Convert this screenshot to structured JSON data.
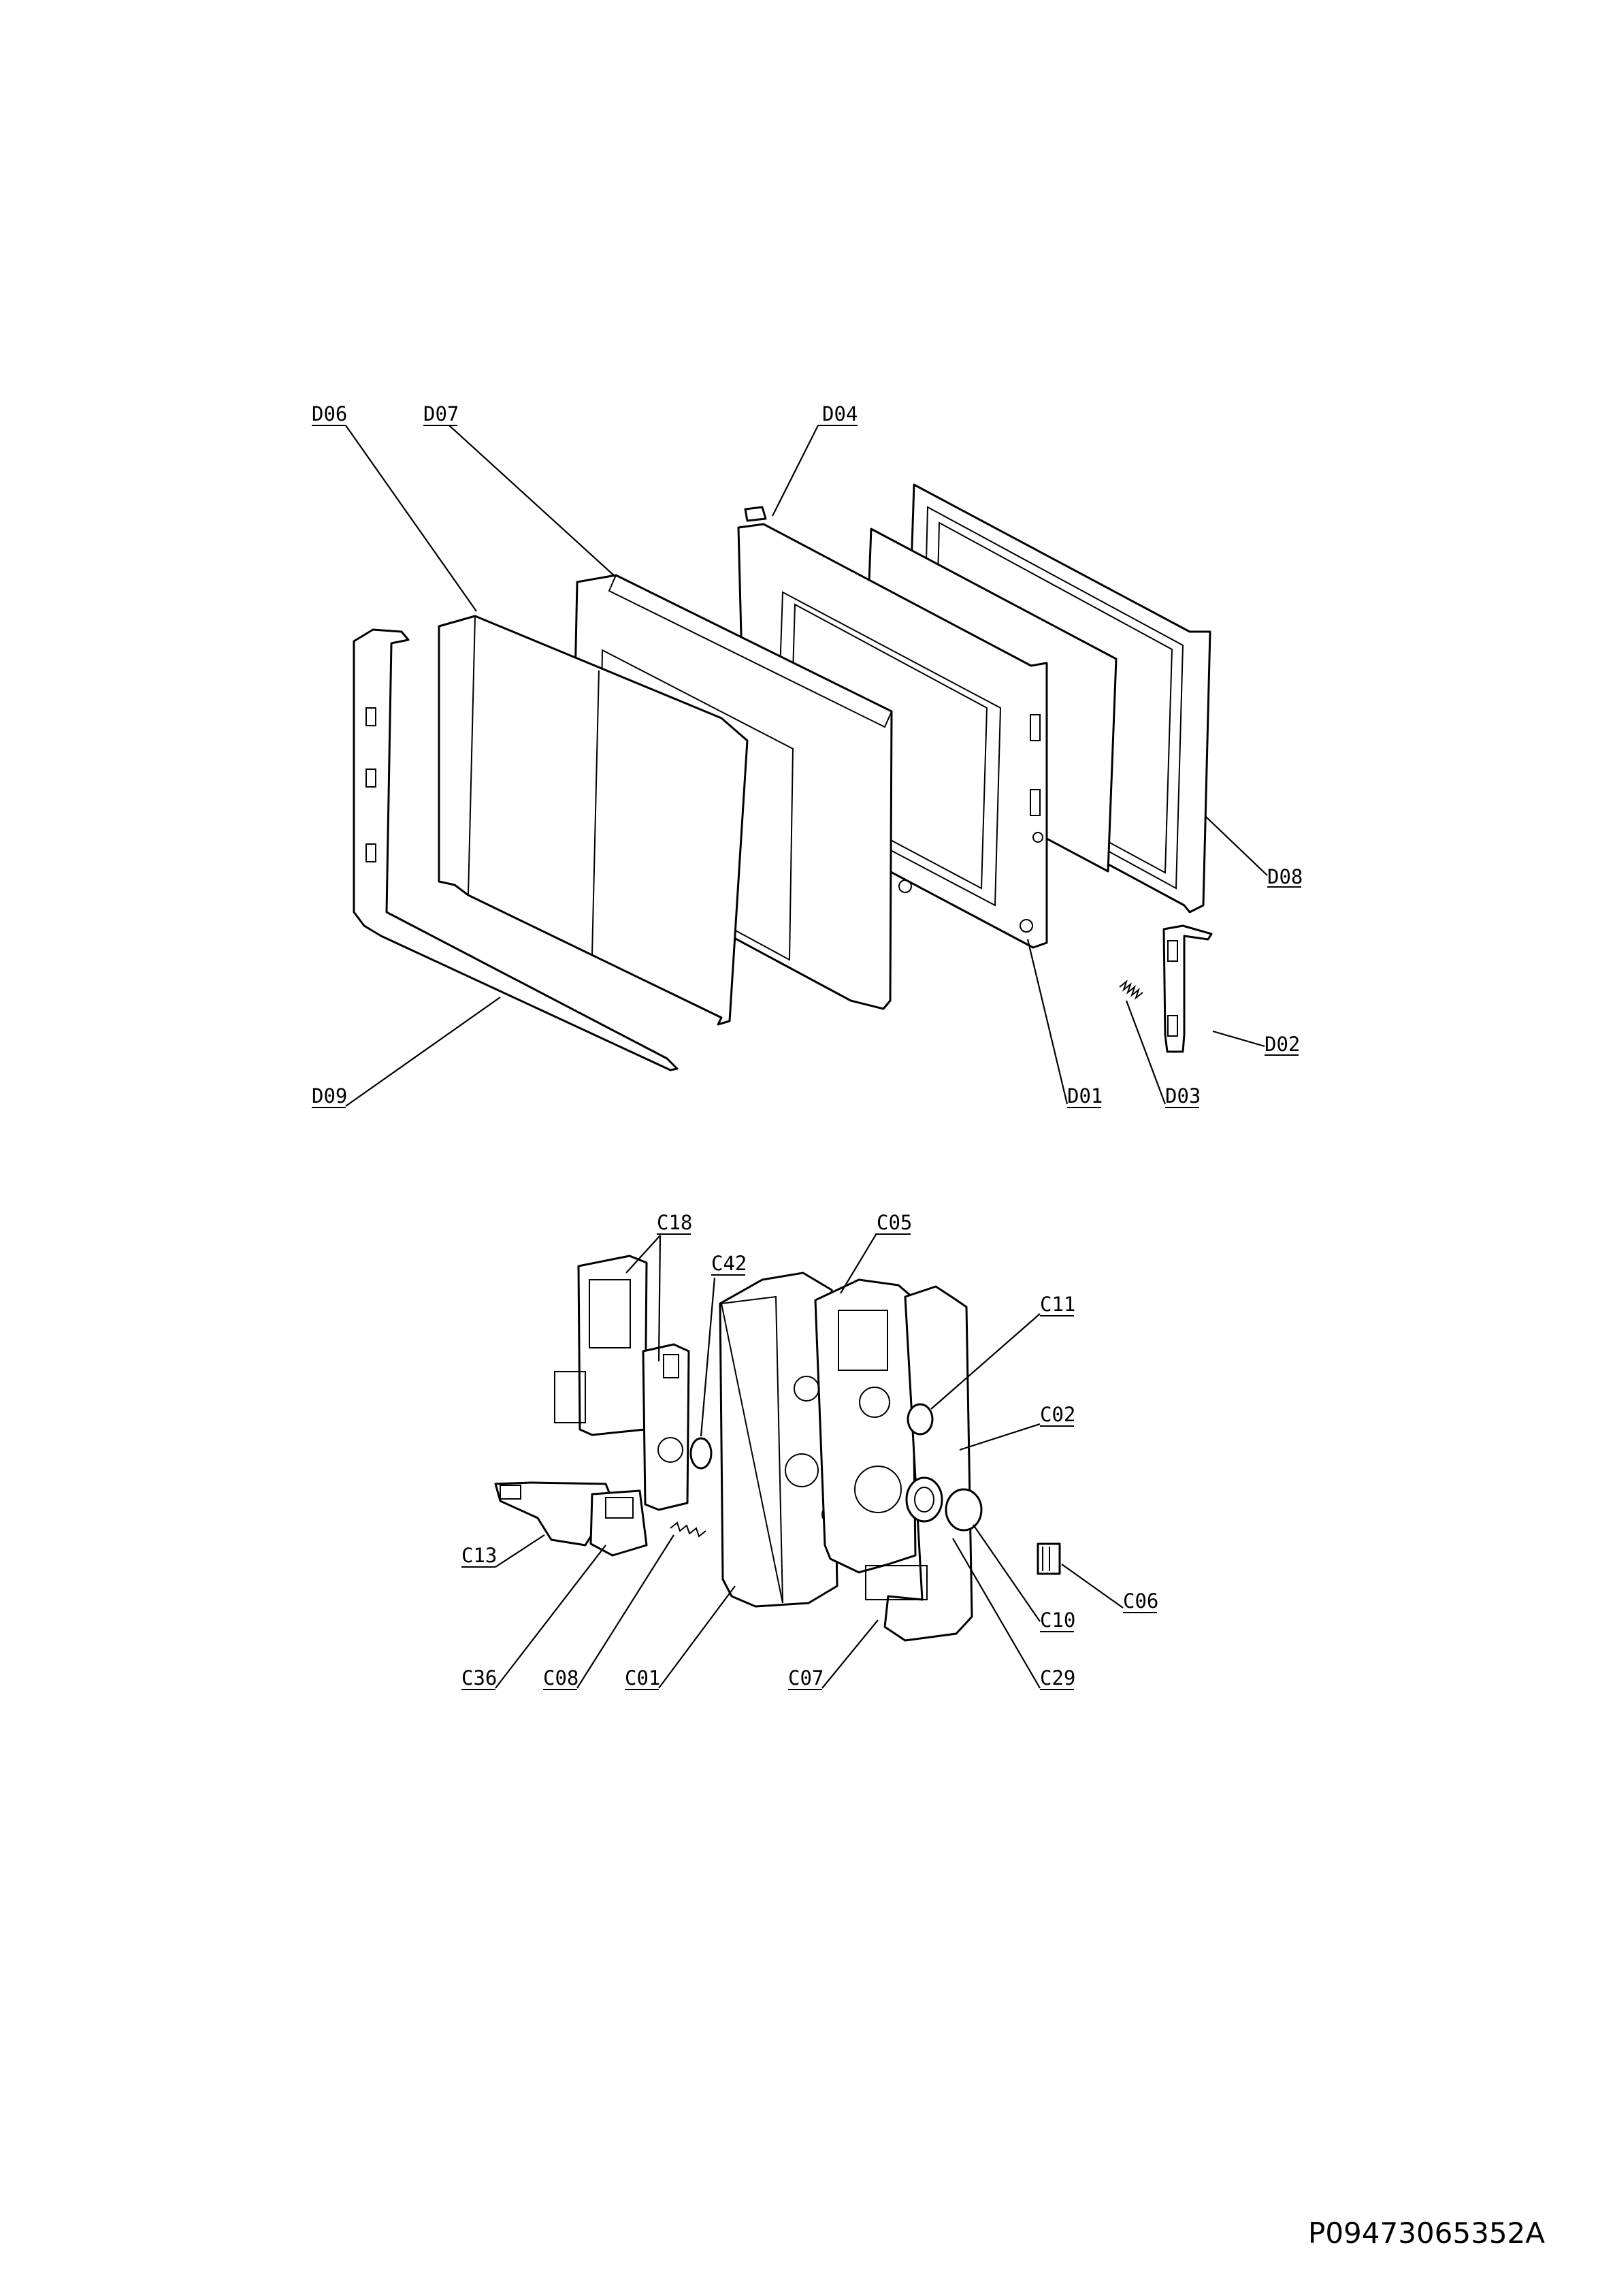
{
  "door_labels": {
    "d06": "D06",
    "d07": "D07",
    "d04": "D04",
    "d08": "D08",
    "d02": "D02",
    "d09": "D09",
    "d01": "D01",
    "d03": "D03"
  },
  "panel_labels": {
    "c18": "C18",
    "c42": "C42",
    "c05": "C05",
    "c11": "C11",
    "c02": "C02",
    "c13": "C13",
    "c10": "C10",
    "c06": "C06",
    "c36": "C36",
    "c08": "C08",
    "c01": "C01",
    "c07": "C07",
    "c29": "C29"
  },
  "document_number": "P09473065352A"
}
